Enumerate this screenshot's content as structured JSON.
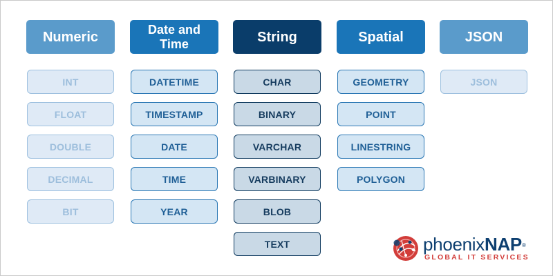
{
  "categories": [
    {
      "key": "numeric",
      "title": "Numeric",
      "types": [
        "INT",
        "FLOAT",
        "DOUBLE",
        "DECIMAL",
        "BIT"
      ]
    },
    {
      "key": "date",
      "title": "Date and Time",
      "types": [
        "DATETIME",
        "TIMESTAMP",
        "DATE",
        "TIME",
        "YEAR"
      ]
    },
    {
      "key": "string",
      "title": "String",
      "types": [
        "CHAR",
        "BINARY",
        "VARCHAR",
        "VARBINARY",
        "BLOB",
        "TEXT"
      ]
    },
    {
      "key": "spatial",
      "title": "Spatial",
      "types": [
        "GEOMETRY",
        "POINT",
        "LINESTRING",
        "POLYGON"
      ]
    },
    {
      "key": "json",
      "title": "JSON",
      "types": [
        "JSON"
      ]
    }
  ],
  "logo": {
    "name_part1": "phoenix",
    "name_part2": "NAP",
    "registered": "®",
    "tagline": "GLOBAL IT SERVICES",
    "colors": {
      "navy": "#0d3f70",
      "red": "#d23d3a"
    }
  },
  "colors": {
    "light_header": "#5a9bcb",
    "mid_header": "#1a75b8",
    "dark_header": "#0a3d6a"
  }
}
